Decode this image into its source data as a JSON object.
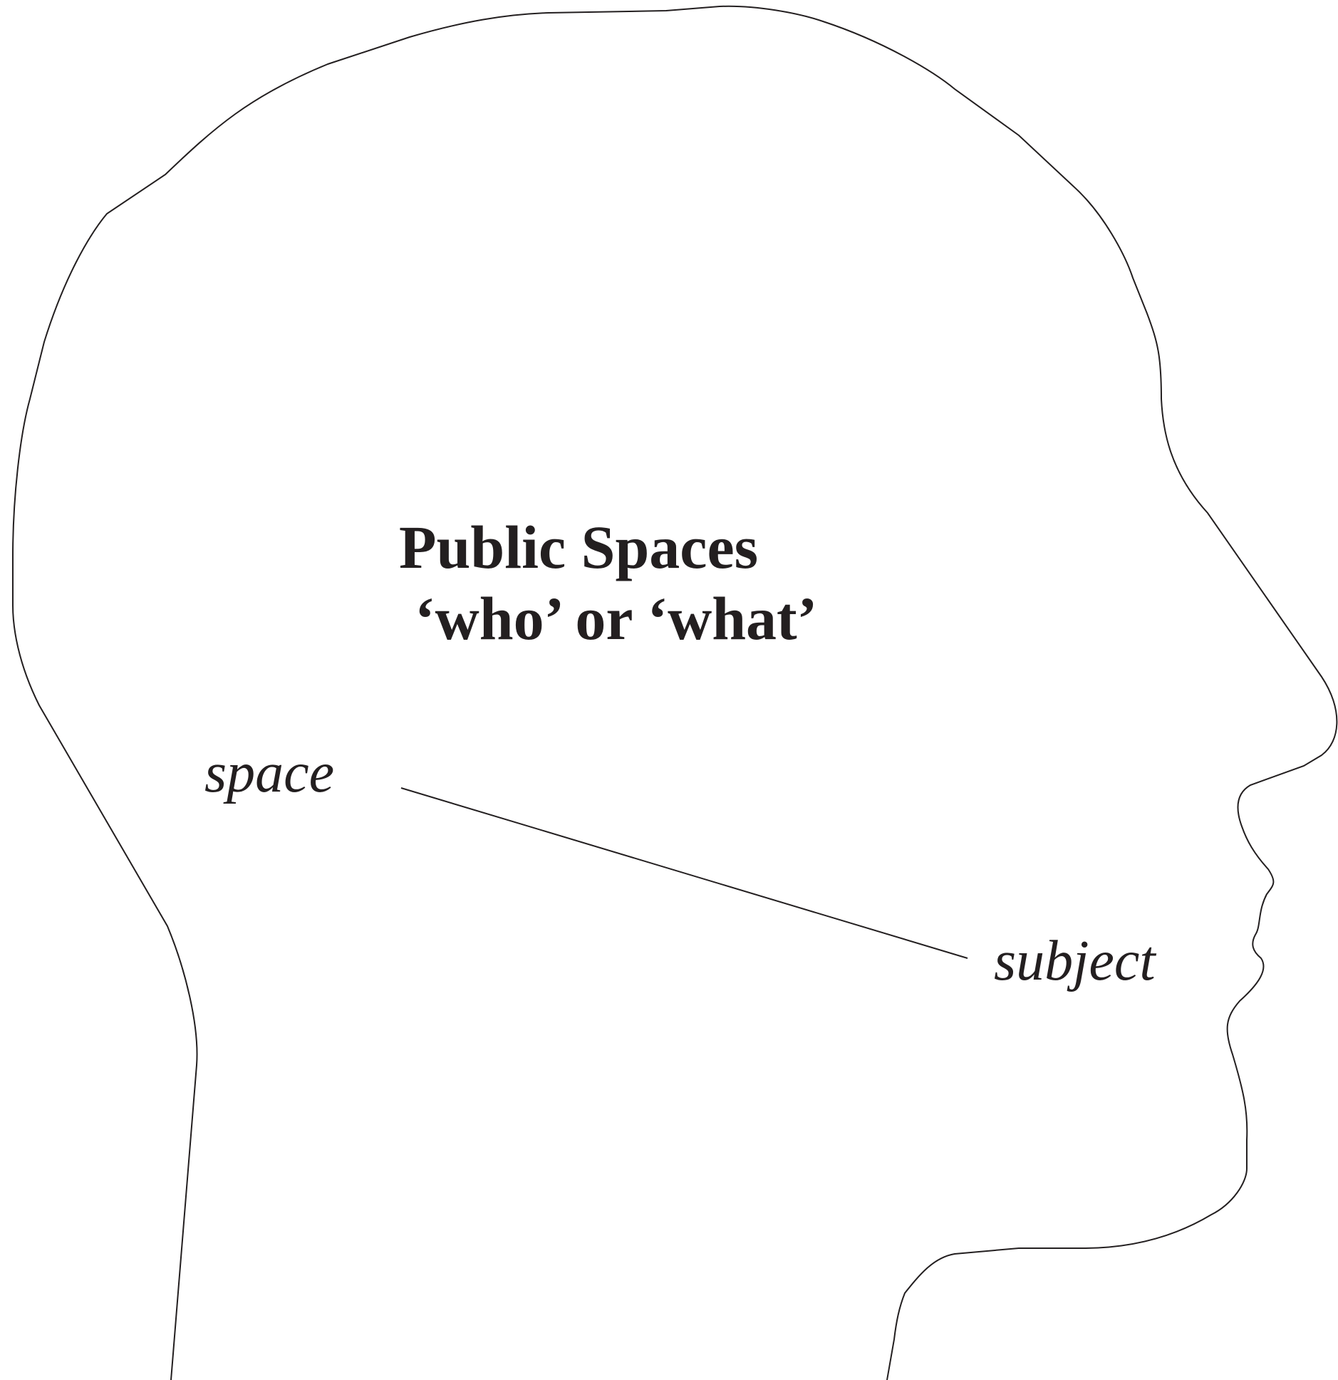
{
  "diagram": {
    "title_line1": "Public Spaces",
    "title_line2": "‘who’ or ‘what’",
    "label_left": "space",
    "label_right": "subject",
    "outline_color": "#231f20",
    "text_color": "#231f20",
    "background": "#ffffff"
  }
}
